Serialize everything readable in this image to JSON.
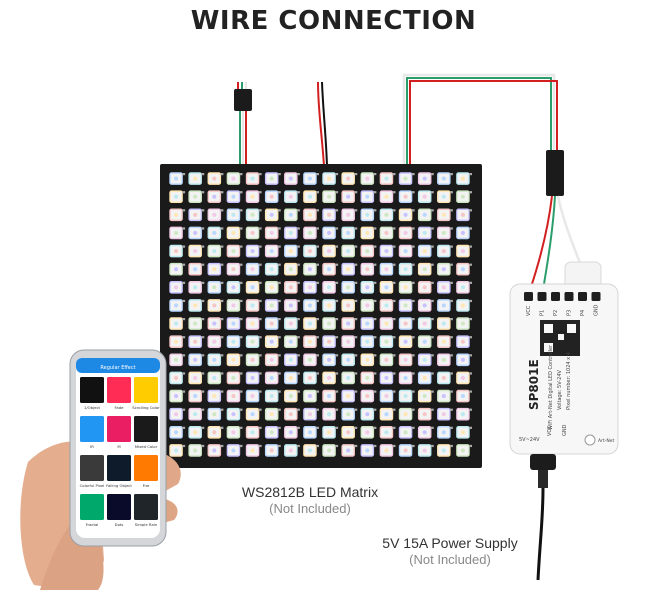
{
  "title": "WIRE CONNECTION",
  "matrix": {
    "name": "WS2812B LED Matrix",
    "note": "(Not Included)",
    "rows": 16,
    "cols": 16
  },
  "power": {
    "name": "5V 15A Power Supply",
    "note": "(Not Included)"
  },
  "controller": {
    "brand": "SP801E",
    "line1": "WiFi Art-Net Digital LED Controller",
    "line2": "Voltage: 5V-24V",
    "line3": "Pixel number: 1024 x 4",
    "ports": [
      "VCC",
      "P1",
      "P2",
      "P3",
      "P4",
      "GND"
    ],
    "input_label": "5V~24V",
    "vcc": "VCC",
    "gnd": "GND",
    "button": "Art-Net"
  },
  "phone": {
    "header": "Regular Effect",
    "tiles": [
      "1/Object",
      "Fade",
      "Scrolling Color",
      "IR",
      "M",
      "Mixed Color",
      "Colorful Pixel",
      "Falling Object",
      "Fire",
      "Fractal",
      "Dots",
      "Simple Rain"
    ]
  },
  "colors": {
    "matrix_bg": "#1a1a1a",
    "wire_red": "#d22020",
    "wire_green": "#2a9d6a",
    "wire_white": "#e8e8e8",
    "phone_accent": "#1e88e5"
  }
}
